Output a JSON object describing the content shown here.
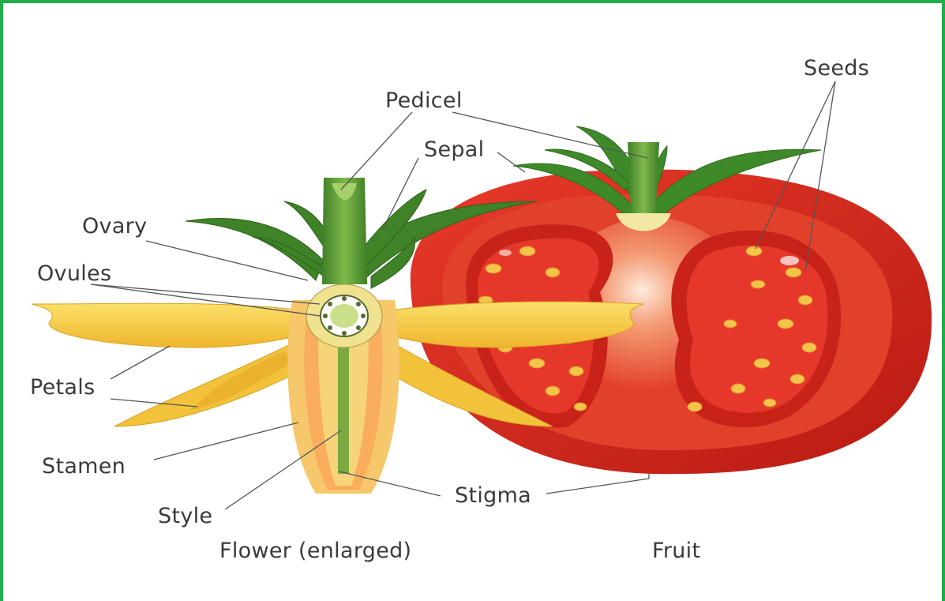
{
  "labels": {
    "pedicel": "Pedicel",
    "sepal": "Sepal",
    "ovary": "Ovary",
    "ovules": "Ovules",
    "petals": "Petals",
    "stamen": "Stamen",
    "style": "Style",
    "stigma": "Stigma",
    "seeds": "Seeds"
  },
  "captions": {
    "flower": "Flower (enlarged)",
    "fruit": "Fruit"
  },
  "colors": {
    "border": "#1fae4b",
    "tomato_skin": "#d9261c",
    "tomato_flesh": "#e8442e",
    "seed": "#f3c34a",
    "leaf": "#4a8a2c",
    "petal": "#f6cc3a",
    "label_text": "#3a3a3a",
    "leader_line": "#555555"
  }
}
